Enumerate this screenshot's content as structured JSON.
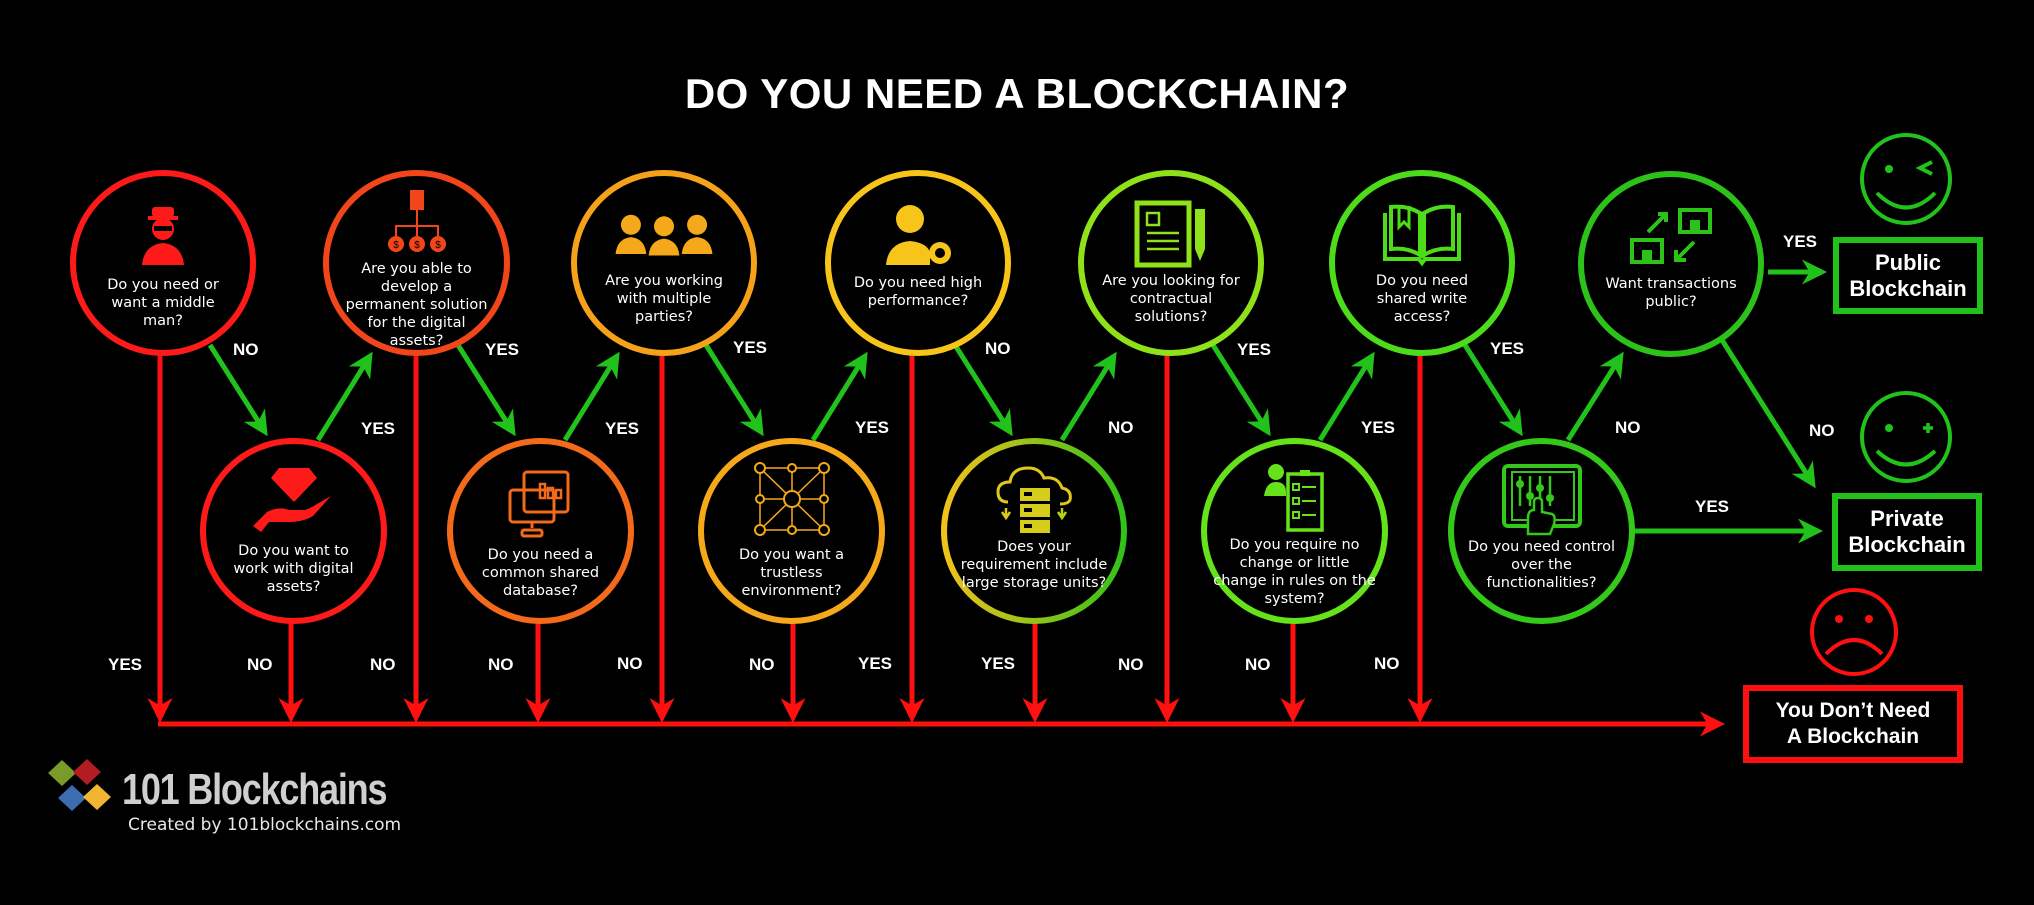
{
  "title": "DO YOU NEED A BLOCKCHAIN?",
  "colors": {
    "background": "#000000",
    "red": "#ff1010",
    "green_arrow": "#22c21c",
    "text": "#ffffff"
  },
  "questions": [
    {
      "id": "q1",
      "text": "Do you need or want a middle man?",
      "color": "#ff1a1a",
      "icon": "middleman-icon"
    },
    {
      "id": "q2",
      "text": "Do you want to work with digital assets?",
      "color": "#ff1a1a",
      "icon": "diamond-hand-icon"
    },
    {
      "id": "q3",
      "text": "Are you able to develop a permanent solution for the digital assets?",
      "color": "#f2461a",
      "icon": "asset-hierarchy-icon"
    },
    {
      "id": "q4",
      "text": "Do you need a common shared database?",
      "color": "#f26a1a",
      "icon": "shared-database-icon"
    },
    {
      "id": "q5",
      "text": "Are you working with multiple parties?",
      "color": "#f5a21a",
      "icon": "multiple-people-icon"
    },
    {
      "id": "q6",
      "text": "Do you want a trustless environment?",
      "color": "#f5a81a",
      "icon": "network-icon"
    },
    {
      "id": "q7",
      "text": "Do you need high performance?",
      "color": "#f7c51a",
      "icon": "user-gear-icon"
    },
    {
      "id": "q8",
      "text": "Does your requirement include large storage units?",
      "color": "#b8d21a",
      "icon": "cloud-server-icon"
    },
    {
      "id": "q9",
      "text": "Are you looking for contractual solutions?",
      "color": "#8fe21a",
      "icon": "contract-pen-icon"
    },
    {
      "id": "q10",
      "text": "Do you require no change or little change in rules on the system?",
      "color": "#66e21a",
      "icon": "user-checklist-icon"
    },
    {
      "id": "q11",
      "text": "Do you need shared write access?",
      "color": "#4ddc1a",
      "icon": "open-book-icon"
    },
    {
      "id": "q12",
      "text": "Do you need control over the functionalities?",
      "color": "#33c81a",
      "icon": "tablet-controls-icon"
    },
    {
      "id": "q13",
      "text": "Want transactions public?",
      "color": "#2cc21a",
      "icon": "transactions-shops-icon"
    }
  ],
  "edges": {
    "green": [
      {
        "from": "q1",
        "to": "q2",
        "label": "NO"
      },
      {
        "from": "q2",
        "to": "q3",
        "label": "YES"
      },
      {
        "from": "q3",
        "to": "q4",
        "label": "YES"
      },
      {
        "from": "q4",
        "to": "q5",
        "label": "YES"
      },
      {
        "from": "q5",
        "to": "q6",
        "label": "YES"
      },
      {
        "from": "q6",
        "to": "q7",
        "label": "YES"
      },
      {
        "from": "q7",
        "to": "q8",
        "label": "NO"
      },
      {
        "from": "q8",
        "to": "q9",
        "label": "NO"
      },
      {
        "from": "q9",
        "to": "q10",
        "label": "YES"
      },
      {
        "from": "q10",
        "to": "q11",
        "label": "YES"
      },
      {
        "from": "q11",
        "to": "q12",
        "label": "YES"
      },
      {
        "from": "q12",
        "to": "q13",
        "label": "NO"
      },
      {
        "from": "q13",
        "to": "public",
        "label": "YES"
      },
      {
        "from": "q13",
        "to": "private",
        "label": "NO"
      },
      {
        "from": "q12",
        "to": "private",
        "label": "YES"
      }
    ],
    "red": [
      {
        "from": "q1",
        "label": "YES"
      },
      {
        "from": "q2",
        "label": "NO"
      },
      {
        "from": "q3",
        "label": "NO"
      },
      {
        "from": "q4",
        "label": "NO"
      },
      {
        "from": "q5",
        "label": "NO"
      },
      {
        "from": "q6",
        "label": "NO"
      },
      {
        "from": "q7",
        "label": "YES"
      },
      {
        "from": "q8",
        "label": "YES"
      },
      {
        "from": "q9",
        "label": "NO"
      },
      {
        "from": "q10",
        "label": "NO"
      },
      {
        "from": "q11",
        "label": "NO"
      }
    ]
  },
  "labels": {
    "q1_no": "NO",
    "q2_yes": "YES",
    "q3_yes": "YES",
    "q4_yes": "YES",
    "q5_yes": "YES",
    "q6_yes": "YES",
    "q7_no": "NO",
    "q8_no": "NO",
    "q9_yes": "YES",
    "q10_yes": "YES",
    "q11_yes": "YES",
    "q12_no": "NO",
    "q13_yes": "YES",
    "q13_no": "NO",
    "q12_yes": "YES",
    "down": [
      "YES",
      "NO",
      "NO",
      "NO",
      "NO",
      "NO",
      "YES",
      "YES",
      "NO",
      "NO",
      "NO"
    ]
  },
  "results": {
    "public": {
      "line1": "Public",
      "line2": "Blockchain",
      "face": "winking-smiley-icon"
    },
    "private": {
      "line1": "Private",
      "line2": "Blockchain",
      "face": "smiley-icon"
    },
    "none": {
      "line1": "You Don’t Need",
      "line2": "A Blockchain",
      "face": "sad-face-icon"
    }
  },
  "branding": {
    "name": "101 Blockchains",
    "credit": "Created by 101blockchains.com"
  }
}
